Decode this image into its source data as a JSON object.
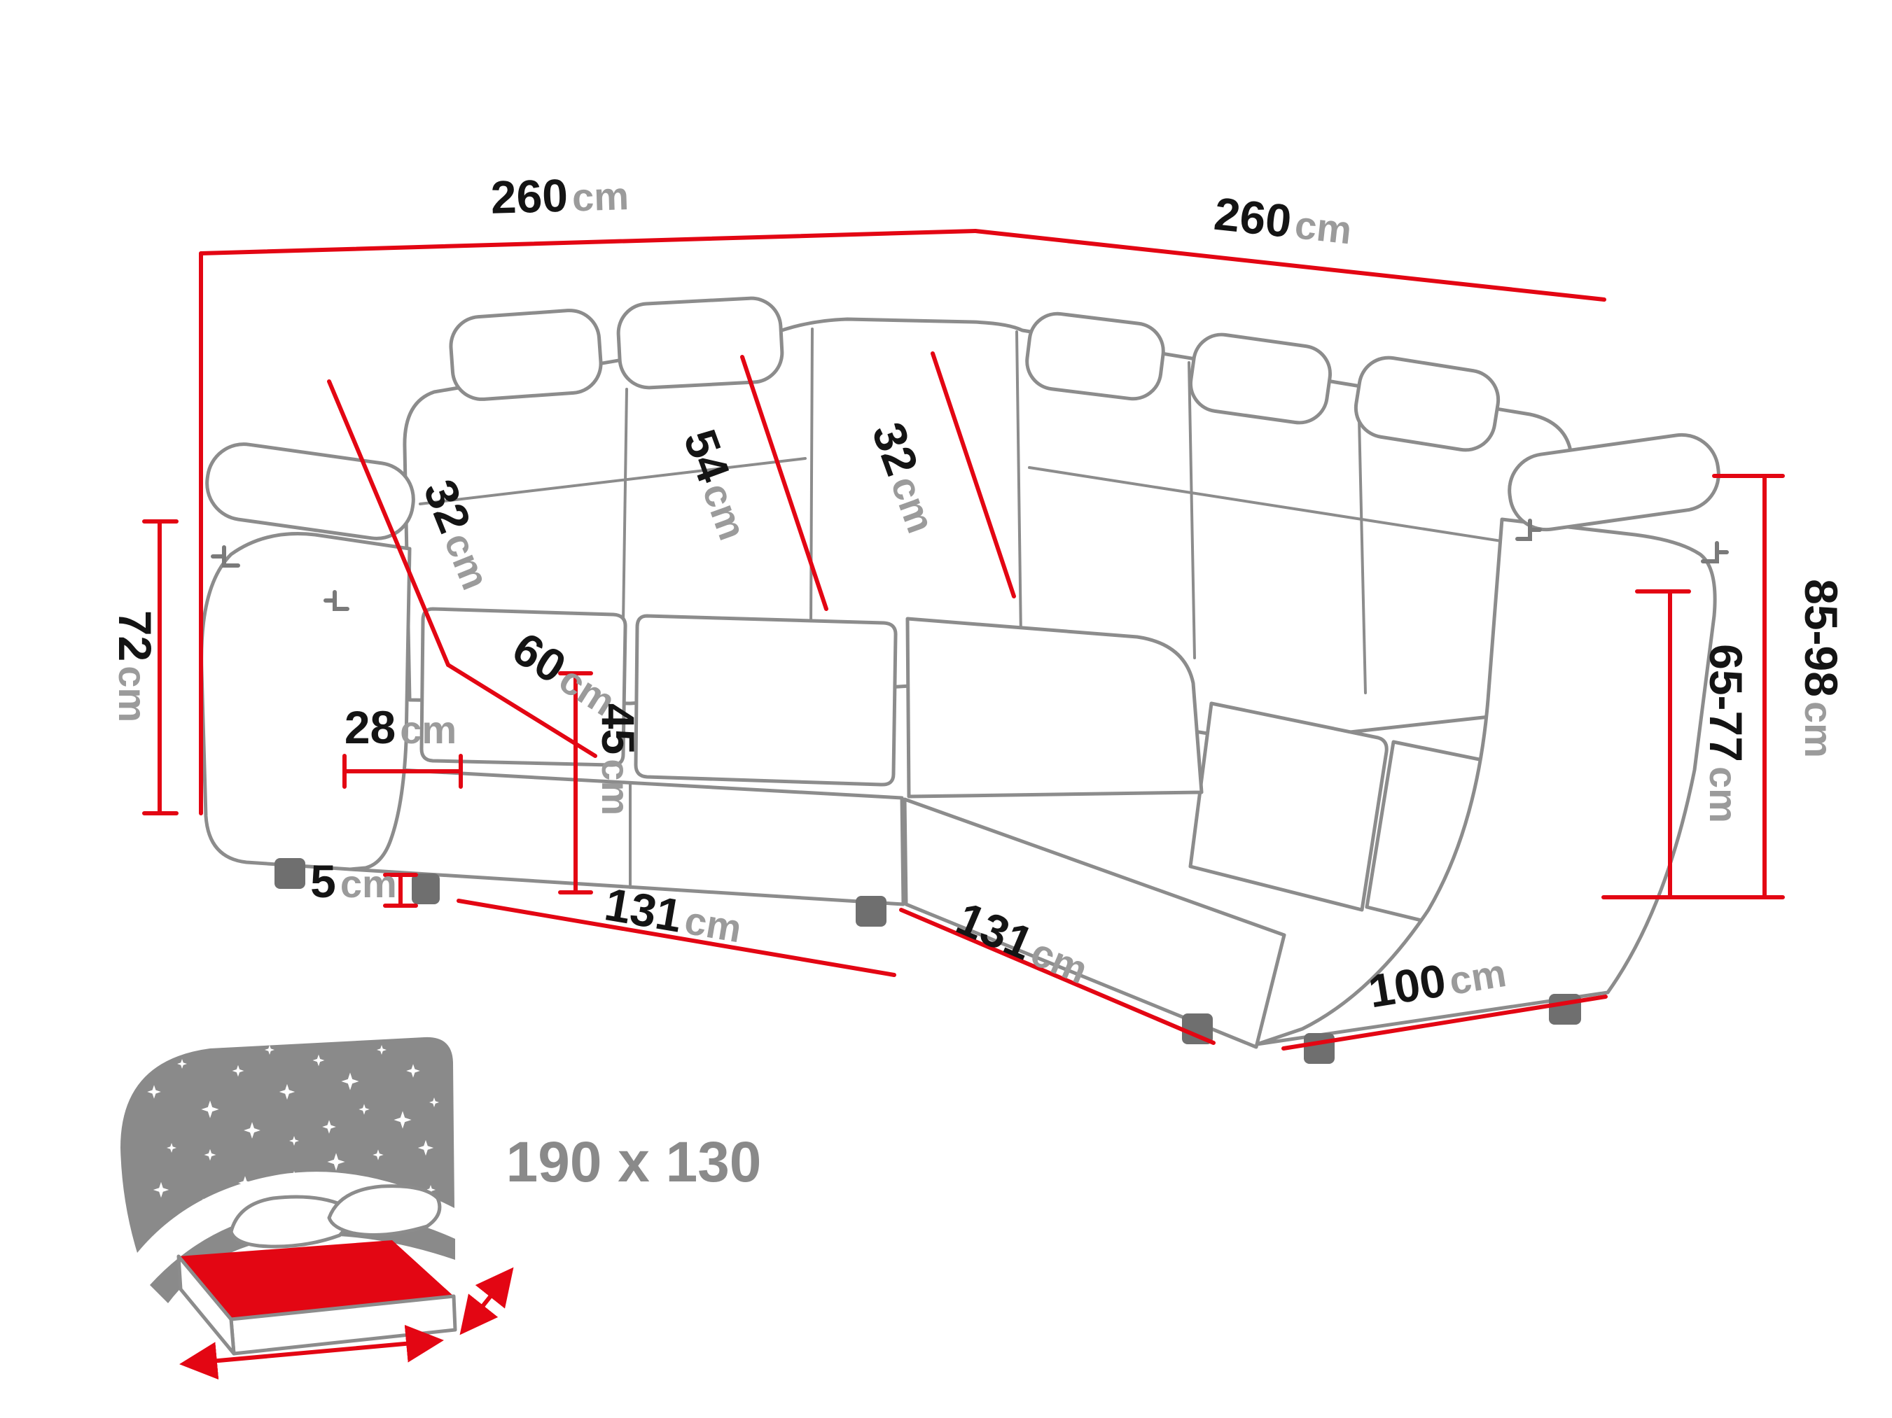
{
  "diagram": {
    "title": "corner-sofa-dimension-diagram",
    "colors": {
      "dimension_red": "#e30613",
      "sofa_outline": "#8c8c8c",
      "number_text": "#141414",
      "unit_text": "#9b9b9b",
      "sleeping_gray": "#8a8a8a"
    }
  },
  "labels": {
    "width_left": {
      "value": "260",
      "unit": "cm"
    },
    "width_right": {
      "value": "260",
      "unit": "cm"
    },
    "side_height": {
      "value": "72",
      "unit": "cm"
    },
    "total_height": {
      "value": "85-98",
      "unit": "cm"
    },
    "backrest_height": {
      "value": "65-77",
      "unit": "cm"
    },
    "headrest_left_width": {
      "value": "32",
      "unit": "cm"
    },
    "backrest_cushion_height": {
      "value": "54",
      "unit": "cm"
    },
    "headrest_right_width": {
      "value": "32",
      "unit": "cm"
    },
    "seat_depth": {
      "value": "60",
      "unit": "cm"
    },
    "seat_height": {
      "value": "45",
      "unit": "cm"
    },
    "armrest_width": {
      "value": "28",
      "unit": "cm"
    },
    "leg_height": {
      "value": "5",
      "unit": "cm"
    },
    "seat_length_left": {
      "value": "131",
      "unit": "cm"
    },
    "seat_length_right": {
      "value": "131",
      "unit": "cm"
    },
    "side_depth": {
      "value": "100",
      "unit": "cm"
    },
    "sleeping_area": {
      "value": "190 x 130"
    }
  }
}
